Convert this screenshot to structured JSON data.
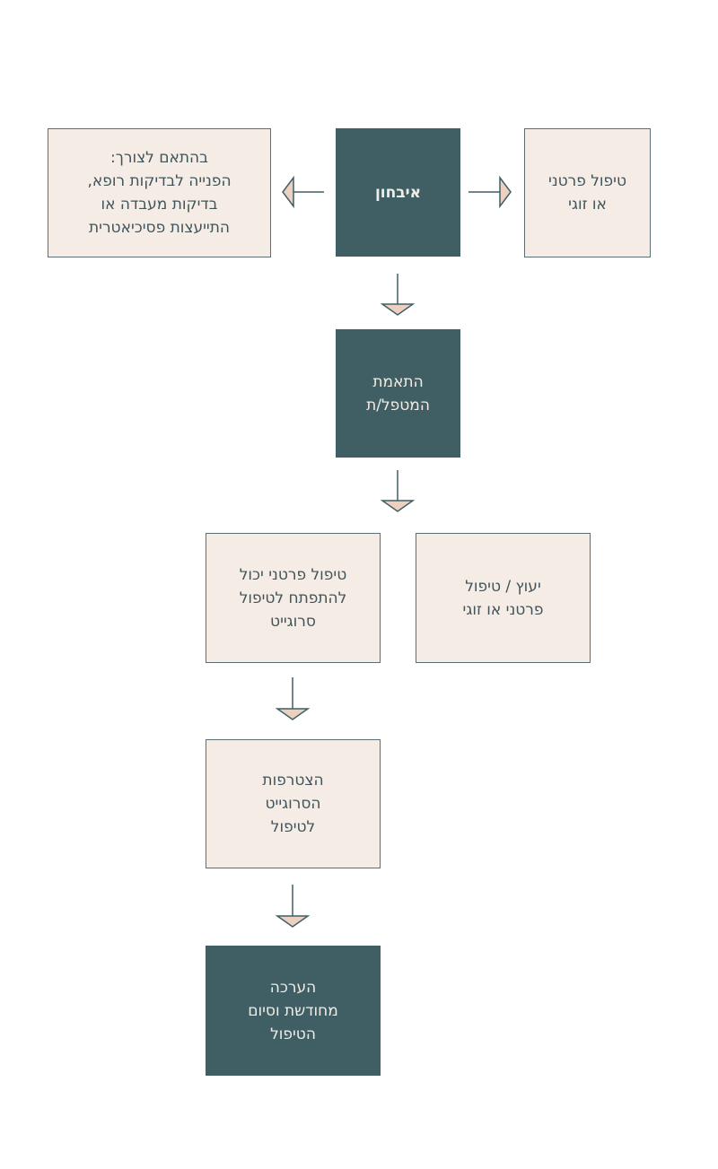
{
  "nodes": {
    "diagnosis": "איבחון",
    "individual_or_couple": "טיפול פרטני\nאו זוגי",
    "referral": "בהתאם לצורך:\nהפנייה לבדיקות רופא,\nבדיקות מעבדה או\nהתייעצות פסיכיאטרית",
    "therapist_match": "התאמת\nהמטפל/ת",
    "individual_to_surrogate": "טיפול פרטני יכול\nלהתפתח לטיפול\nסרוגייט",
    "counseling": "יעוץ / טיפול\nפרטני או זוגי",
    "surrogate_joining": "הצטרפות\nהסרוגייט\nלטיפול",
    "monthly_evaluation": "הערכה\nמחודשת וסיום\nהטיפול"
  },
  "colors": {
    "dark_fill": "#3f5f65",
    "light_fill": "#f5ece6",
    "arrow_head": "#ecd0c0",
    "line": "#3f5f65"
  }
}
